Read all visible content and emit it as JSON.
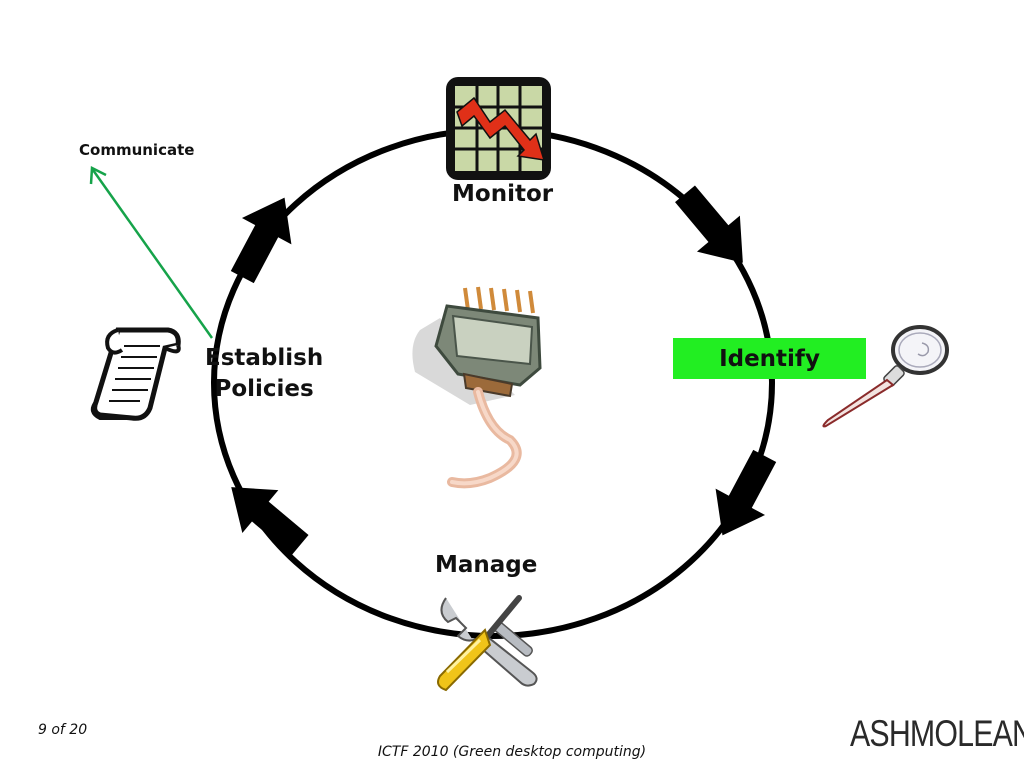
{
  "diagram": {
    "labels": {
      "communicate": "Communicate",
      "monitor": "Monitor",
      "establish_line1": "Establish",
      "establish_line2": "Policies",
      "identify": "Identify",
      "manage": "Manage"
    },
    "colors": {
      "identify_box": "#22ee22",
      "communicate_arrow": "#16a34a",
      "cycle": "#000000"
    },
    "icons": [
      "line-chart-icon",
      "scroll-icon",
      "magnifier-icon",
      "power-plug-icon",
      "wrench-screwdriver-icon"
    ]
  },
  "footer": {
    "page_number": "9 of 20",
    "caption": "ICTF 2010 (Green desktop computing)",
    "logo": "ASHMOLEAN"
  }
}
